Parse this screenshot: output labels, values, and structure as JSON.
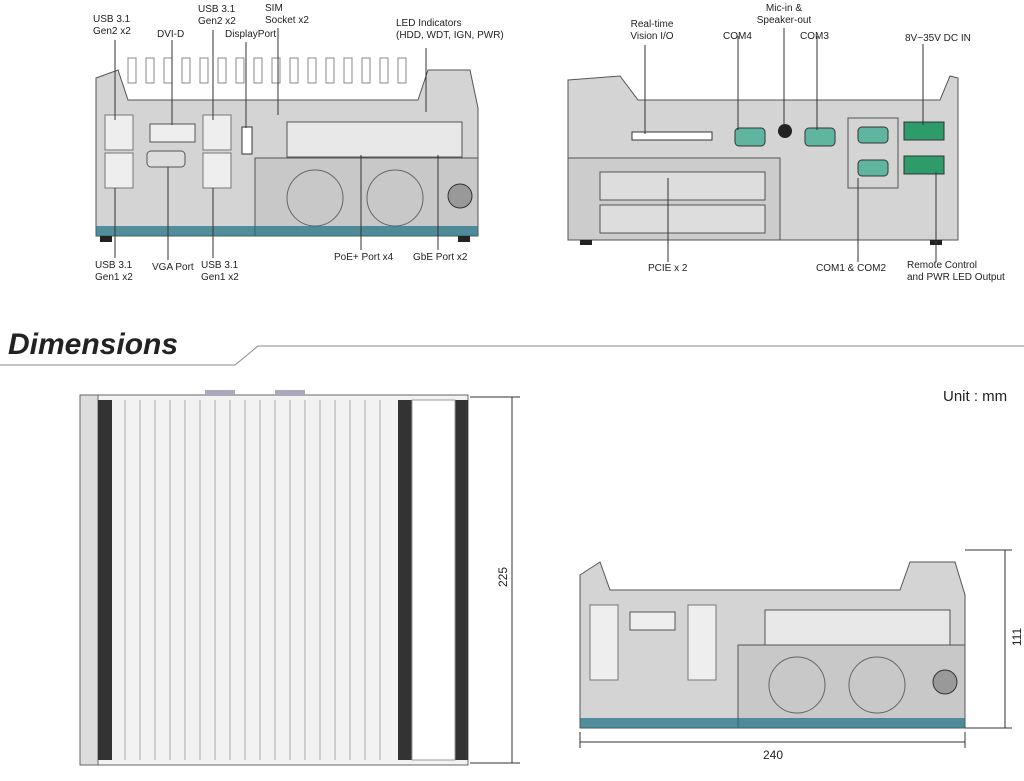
{
  "front_panel": {
    "callouts": [
      {
        "id": "usb-gen2-left",
        "text": "USB 3.1\nGen2 x2"
      },
      {
        "id": "dvi",
        "text": "DVI-D"
      },
      {
        "id": "usb-gen2-right",
        "text": "USB 3.1\nGen2 x2"
      },
      {
        "id": "displayport",
        "text": "DisplayPort"
      },
      {
        "id": "sim",
        "text": "SIM\nSocket x2"
      },
      {
        "id": "led",
        "text": "LED Indicators\n(HDD, WDT, IGN, PWR)"
      },
      {
        "id": "usb-gen1-left",
        "text": "USB 3.1\nGen1 x2"
      },
      {
        "id": "vga",
        "text": "VGA Port"
      },
      {
        "id": "usb-gen1-right",
        "text": "USB 3.1\nGen1 x2"
      },
      {
        "id": "poe",
        "text": "PoE+ Port x4"
      },
      {
        "id": "gbe",
        "text": "GbE Port x2"
      }
    ]
  },
  "rear_panel": {
    "callouts": [
      {
        "id": "vision-io",
        "text": "Real-time\nVision I/O"
      },
      {
        "id": "mic",
        "text": "Mic-in &\nSpeaker-out"
      },
      {
        "id": "com4",
        "text": "COM4"
      },
      {
        "id": "com3",
        "text": "COM3"
      },
      {
        "id": "dc-in",
        "text": "8V~35V DC IN"
      },
      {
        "id": "pcie",
        "text": "PCIE x 2"
      },
      {
        "id": "com12",
        "text": "COM1 & COM2"
      },
      {
        "id": "remote",
        "text": "Remote Control\nand PWR LED Output"
      }
    ]
  },
  "dimensions": {
    "title": "Dimensions",
    "unit": "Unit : mm",
    "depth": "225",
    "height": "111",
    "width": "240"
  },
  "colors": {
    "accent": "#1a6f82",
    "body": "#d4d4d4",
    "fins": "#ffffff",
    "terminal": "#2e9b6a"
  }
}
